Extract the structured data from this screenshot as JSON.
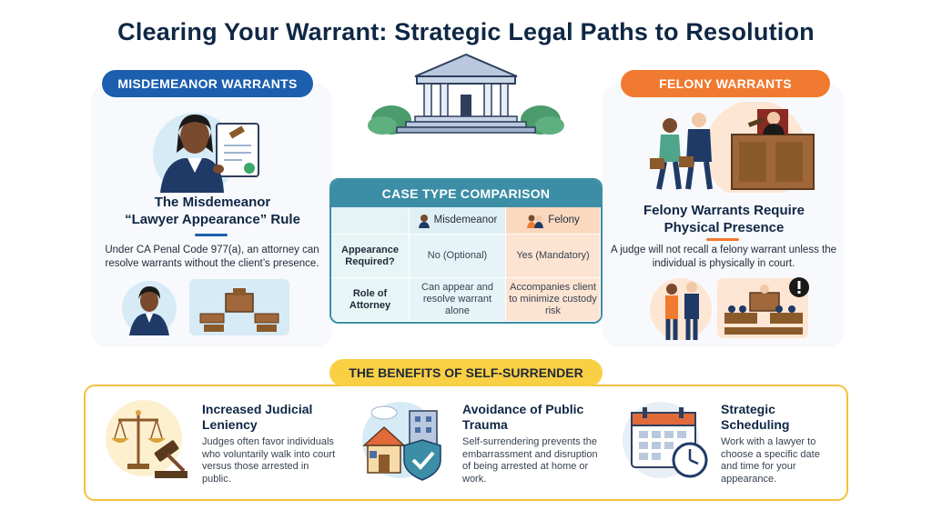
{
  "title": "Clearing Your Warrant: Strategic Legal Paths to Resolution",
  "misdemeanor": {
    "badge": "MISDEMEANOR WARRANTS",
    "heading_line1": "The Misdemeanor",
    "heading_line2": "“Lawyer Appearance” Rule",
    "body": "Under CA Penal Code 977(a), an attorney can resolve warrants without the client’s presence."
  },
  "felony": {
    "badge": "FELONY WARRANTS",
    "heading_line1": "Felony Warrants Require",
    "heading_line2": "Physical Presence",
    "body": "A judge will not recall a felony warrant unless the individual is physically in court."
  },
  "comparison": {
    "title": "CASE TYPE COMPARISON",
    "col_misdemeanor": "Misdemeanor",
    "col_felony": "Felony",
    "rows": [
      {
        "label": "Appearance Required?",
        "misdemeanor": "No (Optional)",
        "felony": "Yes (Mandatory)"
      },
      {
        "label": "Role of Attorney",
        "misdemeanor": "Can appear and resolve warrant alone",
        "felony": "Accompanies client to minimize custody risk"
      }
    ]
  },
  "benefits": {
    "title": "THE BENEFITS OF SELF-SURRENDER",
    "items": [
      {
        "title": "Increased Judicial Leniency",
        "text": "Judges often favor individuals who voluntarily walk into court versus those arrested in public."
      },
      {
        "title": "Avoidance of Public Trauma",
        "text": "Self-surrendering prevents the embarrassment and disruption of being arrested at home or work."
      },
      {
        "title": "Strategic Scheduling",
        "text": "Work with a lawyer to choose a specific date and time for your appearance."
      }
    ]
  },
  "colors": {
    "navy": "#0f2745",
    "misdemeanor_blue": "#1b5fae",
    "felony_orange": "#f07a30",
    "table_teal": "#3b8ea5",
    "benefit_gold": "#f2c13d"
  }
}
